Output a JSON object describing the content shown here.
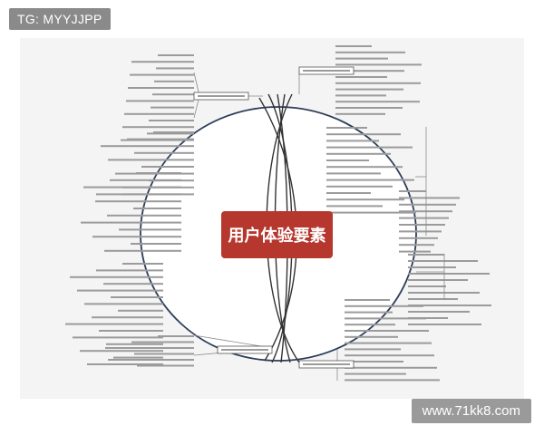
{
  "overlay": {
    "tag_text": "TG: MYYJJPP",
    "watermark_text": "www.71kk8.com"
  },
  "mindmap": {
    "central_topic": "用户体验要素",
    "colors": {
      "canvas_bg": "#f4f4f4",
      "central_bg": "#b5372e",
      "ellipse_stroke": "#2d3d5a",
      "branch_line": "#333333",
      "leaf_line": "#8a8a8a",
      "text_gray": "#9b9b9b"
    }
  }
}
